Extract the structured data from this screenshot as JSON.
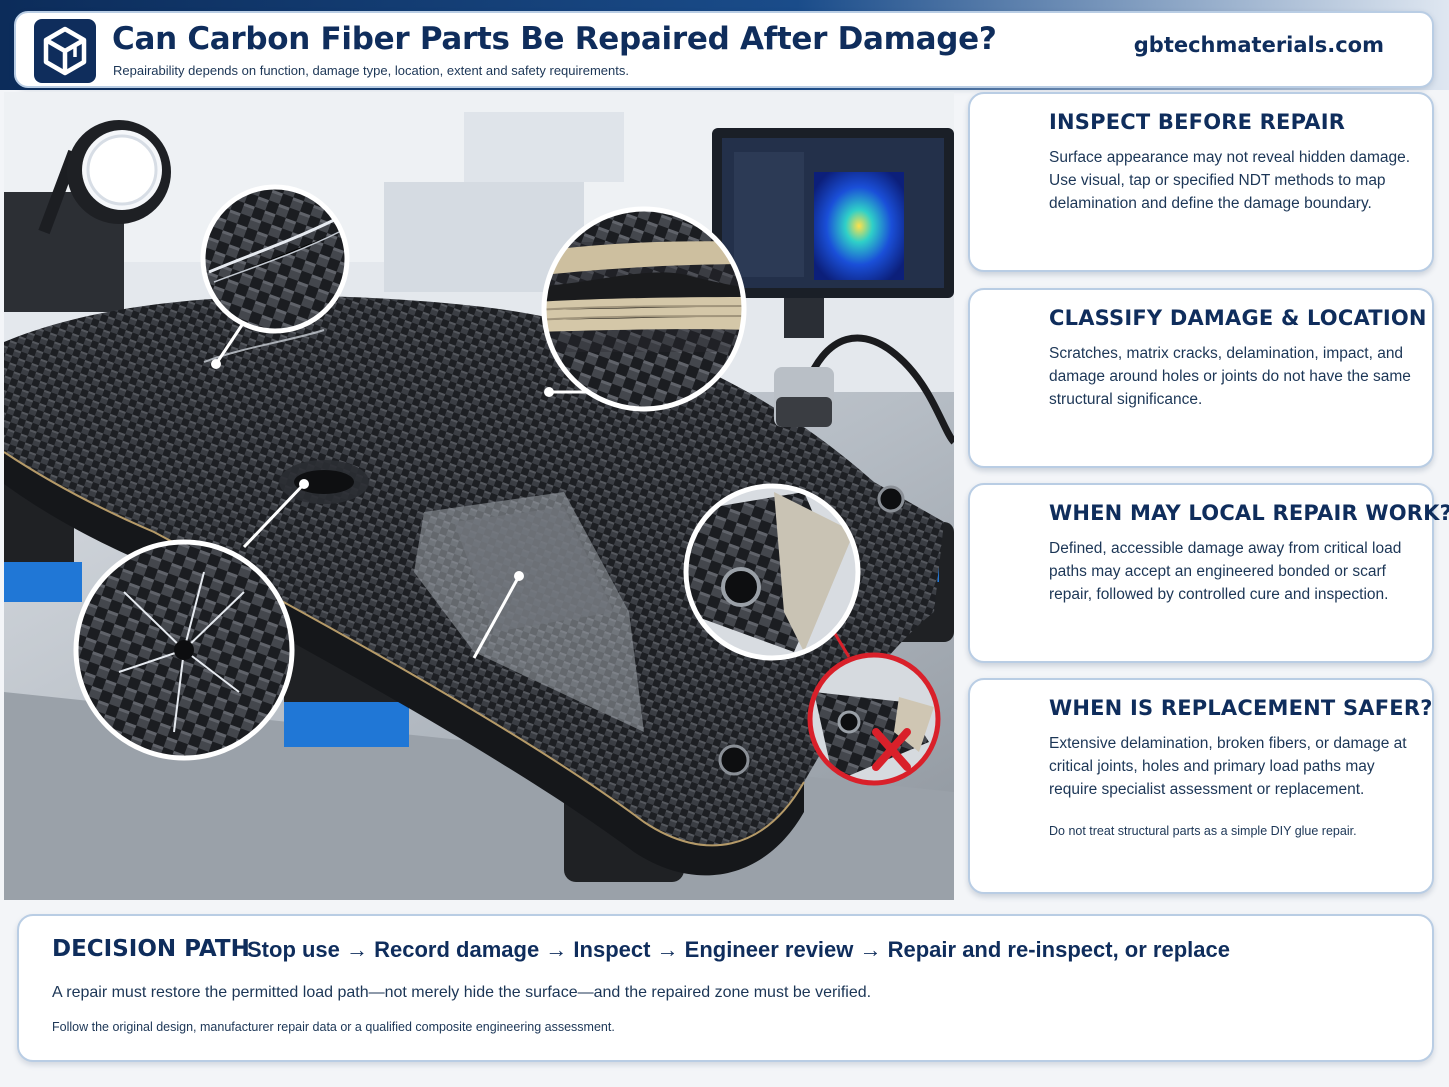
{
  "header": {
    "title": "Can Carbon Fiber Parts Be Repaired After Damage?",
    "subtitle": "Repairability depends on function, damage type, location, extent and safety requirements.",
    "site": "gbtechmaterials.com"
  },
  "cards": [
    {
      "title": "INSPECT BEFORE REPAIR",
      "body": "Surface appearance may not reveal hidden damage. Use visual, tap or specified NDT methods to map delamination and define the damage boundary."
    },
    {
      "title": "CLASSIFY DAMAGE & LOCATION",
      "body": "Scratches, matrix cracks, delamination, impact, and damage around holes or joints do not have the same structural significance."
    },
    {
      "title": "WHEN MAY LOCAL REPAIR WORK?",
      "body": "Defined, accessible damage away from critical load paths may accept an engineered bonded or scarf repair, followed by controlled cure and inspection."
    },
    {
      "title": "WHEN IS REPLACEMENT SAFER?",
      "body": "Extensive delamination, broken fibers, or damage at critical joints, holes and primary load paths may require specialist assessment or replacement.",
      "note": "Do not treat structural parts as a simple DIY glue repair."
    }
  ],
  "decision": {
    "title": "DECISION PATH",
    "path": "Stop use → Record damage → Inspect → Engineer review → Repair and re-inspect, or replace",
    "body": "A repair must restore the permitted load path—not merely hide the surface—and the repaired zone must be verified.",
    "footnote": "Follow the original design, manufacturer repair data or a qualified composite engineering assessment."
  },
  "colors": {
    "navy": "#0f2d5c",
    "border": "#b9cde4",
    "warning_red": "#d9202a"
  }
}
